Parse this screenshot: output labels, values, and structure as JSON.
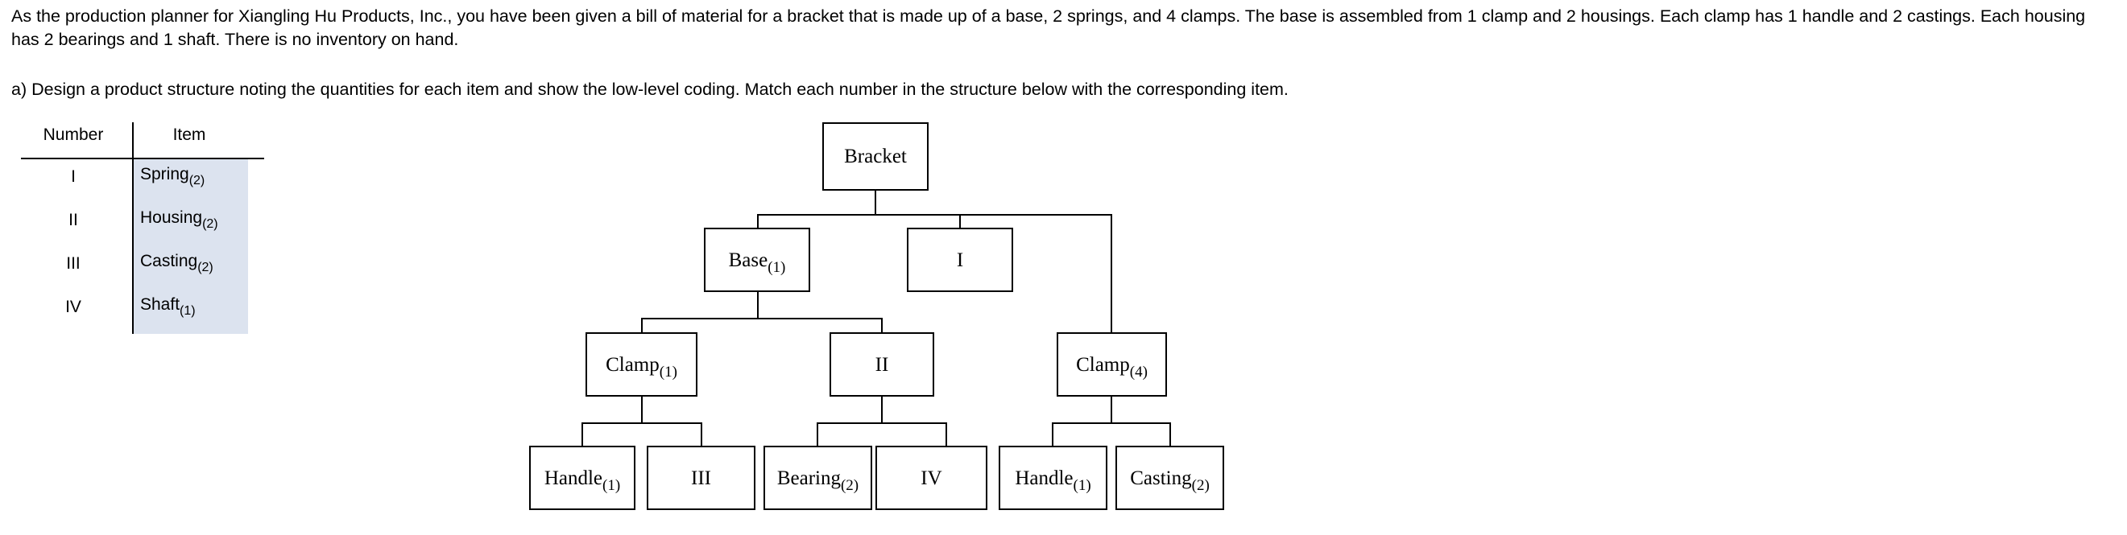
{
  "prompt": {
    "paragraph": "As the production planner for Xiangling Hu Products, Inc., you have been given a bill of material for a bracket that is made up of a base, 2 springs, and 4 clamps. The base is assembled from 1 clamp and 2 housings. Each clamp has 1 handle and 2 castings. Each housing has 2 bearings and 1 shaft. There is no inventory on hand.",
    "question_a": "a) Design a product structure noting the quantities for each item and show the low-level coding. Match each number in the structure below with the corresponding item."
  },
  "legend": {
    "headers": {
      "number": "Number",
      "item": "Item"
    },
    "highlight_color": "#dce3ef",
    "rows": [
      {
        "number": "I",
        "item": "Spring",
        "qty": "(2)"
      },
      {
        "number": "II",
        "item": "Housing",
        "qty": "(2)"
      },
      {
        "number": "III",
        "item": "Casting",
        "qty": "(2)"
      },
      {
        "number": "IV",
        "item": "Shaft",
        "qty": "(1)"
      }
    ]
  },
  "tree": {
    "nodes": [
      {
        "id": "bracket",
        "label": "Bracket",
        "qty": ""
      },
      {
        "id": "base",
        "label": "Base",
        "qty": "(1)"
      },
      {
        "id": "roman1",
        "label": "I",
        "qty": ""
      },
      {
        "id": "clamp1",
        "label": "Clamp",
        "qty": "(1)"
      },
      {
        "id": "roman2",
        "label": "II",
        "qty": ""
      },
      {
        "id": "clamp4",
        "label": "Clamp",
        "qty": "(4)"
      },
      {
        "id": "handle1",
        "label": "Handle",
        "qty": "(1)"
      },
      {
        "id": "roman3",
        "label": "III",
        "qty": ""
      },
      {
        "id": "bearing2",
        "label": "Bearing",
        "qty": "(2)"
      },
      {
        "id": "roman4",
        "label": "IV",
        "qty": ""
      },
      {
        "id": "handle2",
        "label": "Handle",
        "qty": "(1)"
      },
      {
        "id": "casting2",
        "label": "Casting",
        "qty": "(2)"
      }
    ]
  }
}
